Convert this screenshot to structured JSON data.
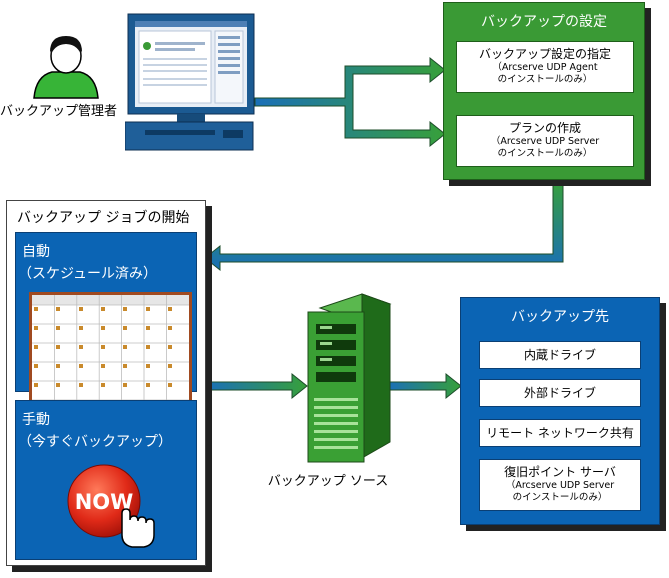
{
  "admin": {
    "label": "バックアップ管理者"
  },
  "settings": {
    "title": "バックアップの設定",
    "box1": {
      "line1": "バックアップ設定の指定",
      "line2": "（Arcserve UDP Agent",
      "line3": "のインストールのみ）"
    },
    "box2": {
      "line1": "プランの作成",
      "line2": "（Arcserve UDP Server",
      "line3": "のインストールのみ）"
    }
  },
  "job": {
    "title": "バックアップ ジョブの開始",
    "auto": {
      "line1": "自動",
      "line2": "（スケジュール済み）"
    },
    "manual": {
      "line1": "手動",
      "line2": "（今すぐバックアップ）",
      "button": "NOW"
    }
  },
  "source": {
    "label": "バックアップ ソース"
  },
  "destination": {
    "title": "バックアップ先",
    "items": [
      "内蔵ドライブ",
      "外部ドライブ",
      "リモート ネットワーク共有"
    ],
    "recovery": {
      "line1": "復旧ポイント サーバ",
      "line2": "（Arcserve UDP Server",
      "line3": "のインストールのみ）"
    }
  },
  "colors": {
    "green": "#3a9a35",
    "blue": "#0b64b4",
    "arrow_green": "#2e9a3a",
    "arrow_blue": "#1a6fb8"
  }
}
